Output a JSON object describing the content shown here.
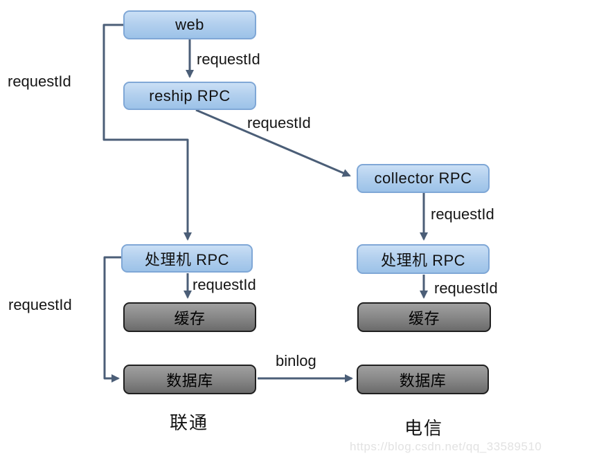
{
  "diagram": {
    "nodes": {
      "web": {
        "label": "web"
      },
      "reship": {
        "label": "reship RPC"
      },
      "collector": {
        "label": "collector RPC"
      },
      "processor_left": {
        "label": "处理机 RPC"
      },
      "processor_right": {
        "label": "处理机 RPC"
      },
      "cache_left": {
        "label": "缓存"
      },
      "cache_right": {
        "label": "缓存"
      },
      "db_left": {
        "label": "数据库"
      },
      "db_right": {
        "label": "数据库"
      }
    },
    "edge_labels": {
      "web_to_reship": "requestId",
      "web_loop_left": "requestId",
      "reship_to_collector": "requestId",
      "collector_to_processor": "requestId",
      "processor_left_to_cache": "requestId",
      "processor_right_to_cache": "requestId",
      "processor_loop_left": "requestId",
      "db_to_db": "binlog"
    },
    "group_labels": {
      "left": "联通",
      "right": "电信"
    },
    "watermark": "https://blog.csdn.net/qq_33589510",
    "colors": {
      "arrow": "#4b5e77",
      "node_blue_fill": "#b3d0ee",
      "node_blue_border": "#7fa7d6",
      "node_gray_fill": "#858585",
      "node_gray_border": "#1f1f1f"
    }
  }
}
